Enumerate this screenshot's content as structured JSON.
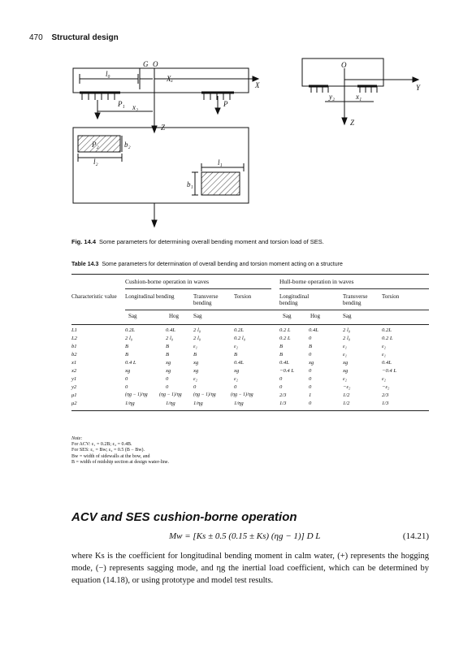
{
  "header": {
    "page_number": "470",
    "section": "Structural design"
  },
  "figure": {
    "labels": {
      "G": "G",
      "O": "O",
      "l0": "l₀",
      "Xg": "Xₓ",
      "X": "X",
      "P1": "P₁",
      "x2": "x₂",
      "P": "P",
      "Z": "Z",
      "b2": "b₂",
      "l2": "l₂",
      "l1": "l₁",
      "b1": "b₁",
      "P2": "P₂",
      "O_right": "O",
      "Y": "Y",
      "y2": "y₂",
      "x1": "x₁",
      "Z_right": "Z"
    },
    "caption_num": "Fig. 14.4",
    "caption_text": "Some parameters for determining overall bending moment and torsion load of SES."
  },
  "table": {
    "caption_num": "Table 14.3",
    "caption_text": "Some parameters for determination of overall bending and torsion moment acting on a structure",
    "group1": "Cushion-borne operation in waves",
    "group2": "Hull-borne operation in waves",
    "col_char": "Characteristic value",
    "col_long1": "Longitudinal bending",
    "col_trans1": "Transverse bending",
    "col_tors1": "Torsion",
    "col_long2": "Longitudinal bending",
    "col_trans2": "Transverse bending",
    "col_tors2": "Torsion",
    "sub": [
      "Sag",
      "Hog",
      "Sag",
      "Sag",
      "Hog",
      "Sag"
    ],
    "rows": [
      [
        "L1",
        "0.2L",
        "0.4L",
        "2 l₀",
        "0.2L",
        "0.2 L",
        "0.4L",
        "2 l₀",
        "0.2L"
      ],
      [
        "L2",
        "2 l₀",
        "2 l₀",
        "2 l₀",
        "0.2 l₀",
        "0.2 L",
        "0",
        "2 l₀",
        "0.2 L"
      ],
      [
        "b1",
        "B",
        "B",
        "ε₁",
        "ε₂",
        "B",
        "B",
        "ε₁",
        "ε₂"
      ],
      [
        "b2",
        "B",
        "B",
        "B",
        "B",
        "B",
        "0",
        "ε₁",
        "ε₁"
      ],
      [
        "x1",
        "0.4 L",
        "xg",
        "xg",
        "0.4L",
        "0.4L",
        "xg",
        "xg",
        "0.4L"
      ],
      [
        "x2",
        "xg",
        "xg",
        "xg",
        "xg",
        "−0.4 L",
        "0",
        "xg",
        "−0.4 L"
      ],
      [
        "y1",
        "0",
        "0",
        "ε₂",
        "ε₂",
        "0",
        "0",
        "ε₂",
        "ε₂"
      ],
      [
        "y2",
        "0",
        "0",
        "0",
        "0",
        "0",
        "0",
        "−ε₂",
        "−ε₂"
      ],
      [
        "μ1",
        "(ηg − 1)/ηg",
        "(ηg − 1)/ηg",
        "(ηg − 1)/ηg",
        "(ηg − 1)/ηg",
        "2/3",
        "1",
        "1/2",
        "2/3"
      ],
      [
        "μ2",
        "1/ηg",
        "1/ηg",
        "1/ηg",
        "1/ηg",
        "1/3",
        "0",
        "1/2",
        "1/3"
      ]
    ],
    "notes": [
      "Note:",
      "For ACV: ε₁ = 0.2B; ε₂ = 0.4B.",
      "For SES: ε₁ = Bw; ε₂ = 0.5 (B − Bw).",
      "Bw = width of sidewalls at the bow, and",
      "B = width of midship section at design water-line."
    ]
  },
  "section": {
    "heading": "ACV and SES cushion-borne operation",
    "equation": "Mw = [Ks ± 0.5 (0.15 ± Ks) (ηg − 1)] D L",
    "equation_number": "(14.21)",
    "paragraph": "where Ks is the coefficient for longitudinal bending moment in calm water, (+) represents the hogging mode, (−) represents sagging mode, and ηg the inertial load coefficient, which can be determined by equation (14.18), or using prototype and model test results."
  }
}
